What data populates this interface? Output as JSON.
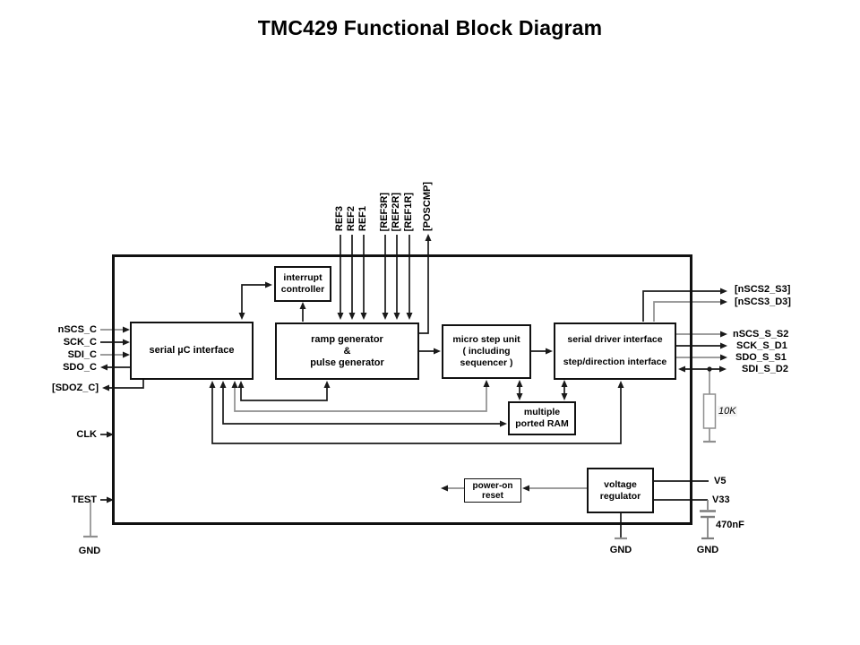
{
  "title": "TMC429 Functional Block Diagram",
  "blocks": {
    "serial_uc_interface": {
      "label": "serial µC interface"
    },
    "interrupt_controller": {
      "line1": "interrupt",
      "line2": "controller"
    },
    "ramp_generator": {
      "line1": "ramp generator",
      "line2": "&",
      "line3": "pulse generator"
    },
    "micro_step_unit": {
      "line1": "micro step unit",
      "line2": "( including",
      "line3": "sequencer )"
    },
    "serial_driver_interface": {
      "line1": "serial driver interface",
      "line2": "step/direction interface"
    },
    "multiple_ported_ram": {
      "line1": "multiple",
      "line2": "ported RAM"
    },
    "power_on_reset": {
      "line1": "power-on",
      "line2": "reset"
    },
    "voltage_regulator": {
      "line1": "voltage",
      "line2": "regulator"
    }
  },
  "pins": {
    "top": {
      "ref3": "REF3",
      "ref2": "REF2",
      "ref1": "REF1",
      "ref3r": "[REF3R]",
      "ref2r": "[REF2R]",
      "ref1r": "[REF1R]",
      "poscmp": "[POSCMP]"
    },
    "left": {
      "nscs_c": "nSCS_C",
      "sck_c": "SCK_C",
      "sdi_c": "SDI_C",
      "sdo_c": "SDO_C",
      "sdoz_c": "[SDOZ_C]",
      "clk": "CLK",
      "test": "TEST",
      "gnd": "GND"
    },
    "right": {
      "nscs2_s3": "[nSCS2_S3]",
      "nscs3_d3": "[nSCS3_D3]",
      "nscs_s_s2": "nSCS_S_S2",
      "sck_s_d1": "SCK_S_D1",
      "sdo_s_s1": "SDO_S_S1",
      "sdi_s_d2": "SDI_S_D2",
      "v5": "V5",
      "v33": "V33",
      "gnd_center": "GND",
      "gnd_right": "GND"
    }
  },
  "components": {
    "pulldown_resistor": "10K",
    "decoupling_capacitor": "470nF"
  },
  "colors": {
    "wire_black": "#1a1a1a",
    "wire_gray": "#8f8f8f",
    "border": "#111111"
  }
}
